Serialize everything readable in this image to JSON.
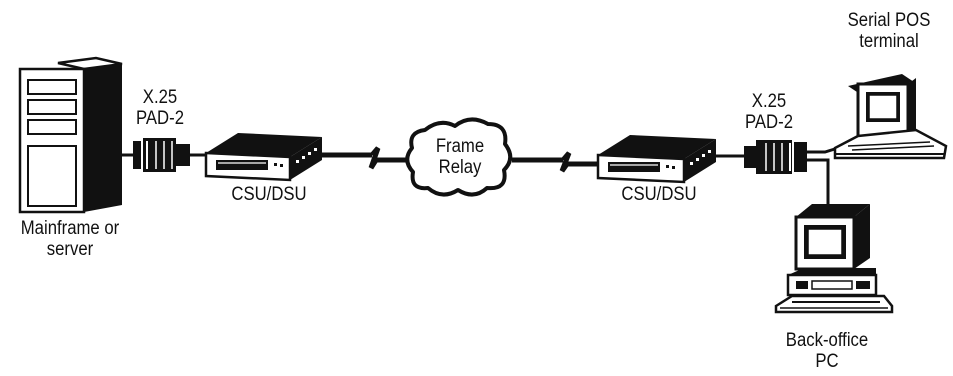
{
  "labels": {
    "mainframe": [
      "Mainframe or",
      "server"
    ],
    "pad_left": [
      "X.25",
      "PAD-2"
    ],
    "csu_left": "CSU/DSU",
    "cloud": [
      "Frame",
      "Relay"
    ],
    "csu_right": "CSU/DSU",
    "pad_right": [
      "X.25",
      "PAD-2"
    ],
    "pos_terminal": [
      "Serial POS",
      "terminal"
    ],
    "back_office": [
      "Back-office",
      "PC"
    ]
  },
  "icons": [
    "server-tower-icon",
    "serial-connector-icon",
    "csu-dsu-icon",
    "cloud-icon",
    "laptop-terminal-icon",
    "desktop-pc-icon"
  ],
  "colors": {
    "ink": "#111111",
    "background": "#ffffff"
  }
}
